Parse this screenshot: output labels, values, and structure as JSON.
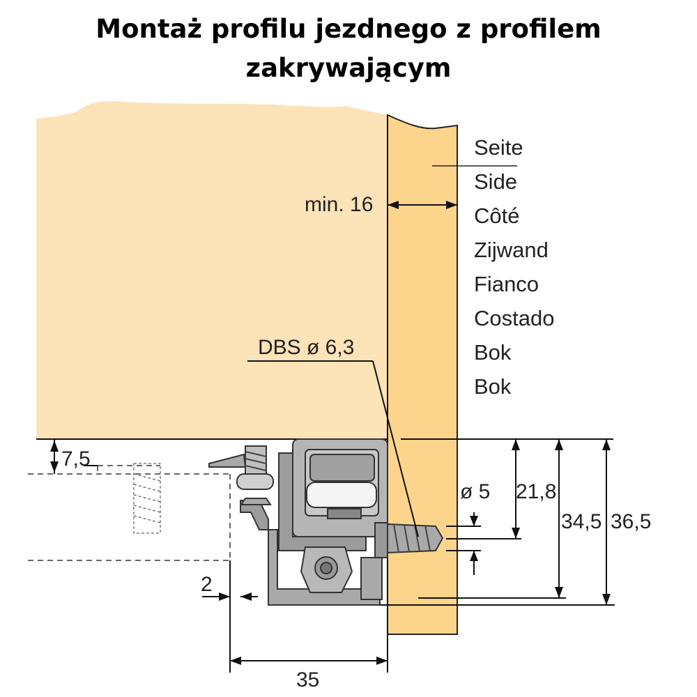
{
  "title": {
    "line1": "Montaż profilu jezdnego z profilem",
    "line2": "zakrywającym"
  },
  "side_labels": [
    "Seite",
    "Side",
    "Côté",
    "Zijwand",
    "Fianco",
    "Costado",
    "Bok",
    "Bok"
  ],
  "dimensions": {
    "min_width": "min. 16",
    "screw": "DBS ø 6,3",
    "offset_top": "7,5",
    "hole_diameter": "ø 5",
    "h_21_8": "21,8",
    "h_34_5": "34,5",
    "h_36_5": "36,5",
    "gap": "2",
    "depth": "35"
  },
  "colors": {
    "panel_light": "#fde3b8",
    "panel_dark": "#fcd48c",
    "hardware": "#a9a9a9",
    "line": "#000000"
  }
}
